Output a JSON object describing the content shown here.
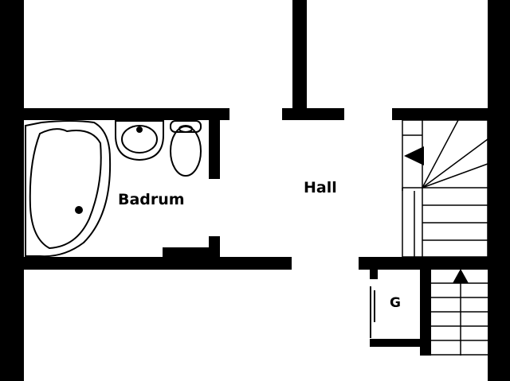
{
  "floorplan": {
    "colors": {
      "wall": "#000000",
      "floor": "#ffffff",
      "fixture_stroke": "#000000"
    },
    "rooms": {
      "bathroom": {
        "label": "Badrum"
      },
      "hall": {
        "label": "Hall"
      },
      "closet": {
        "label": "G"
      }
    },
    "fixtures": [
      "corner-bathtub",
      "washbasin",
      "toilet",
      "staircase-up",
      "staircase-down"
    ],
    "icons": {
      "stair_direction_up": "arrow-up-icon",
      "stair_direction_left": "arrow-left-icon"
    }
  }
}
